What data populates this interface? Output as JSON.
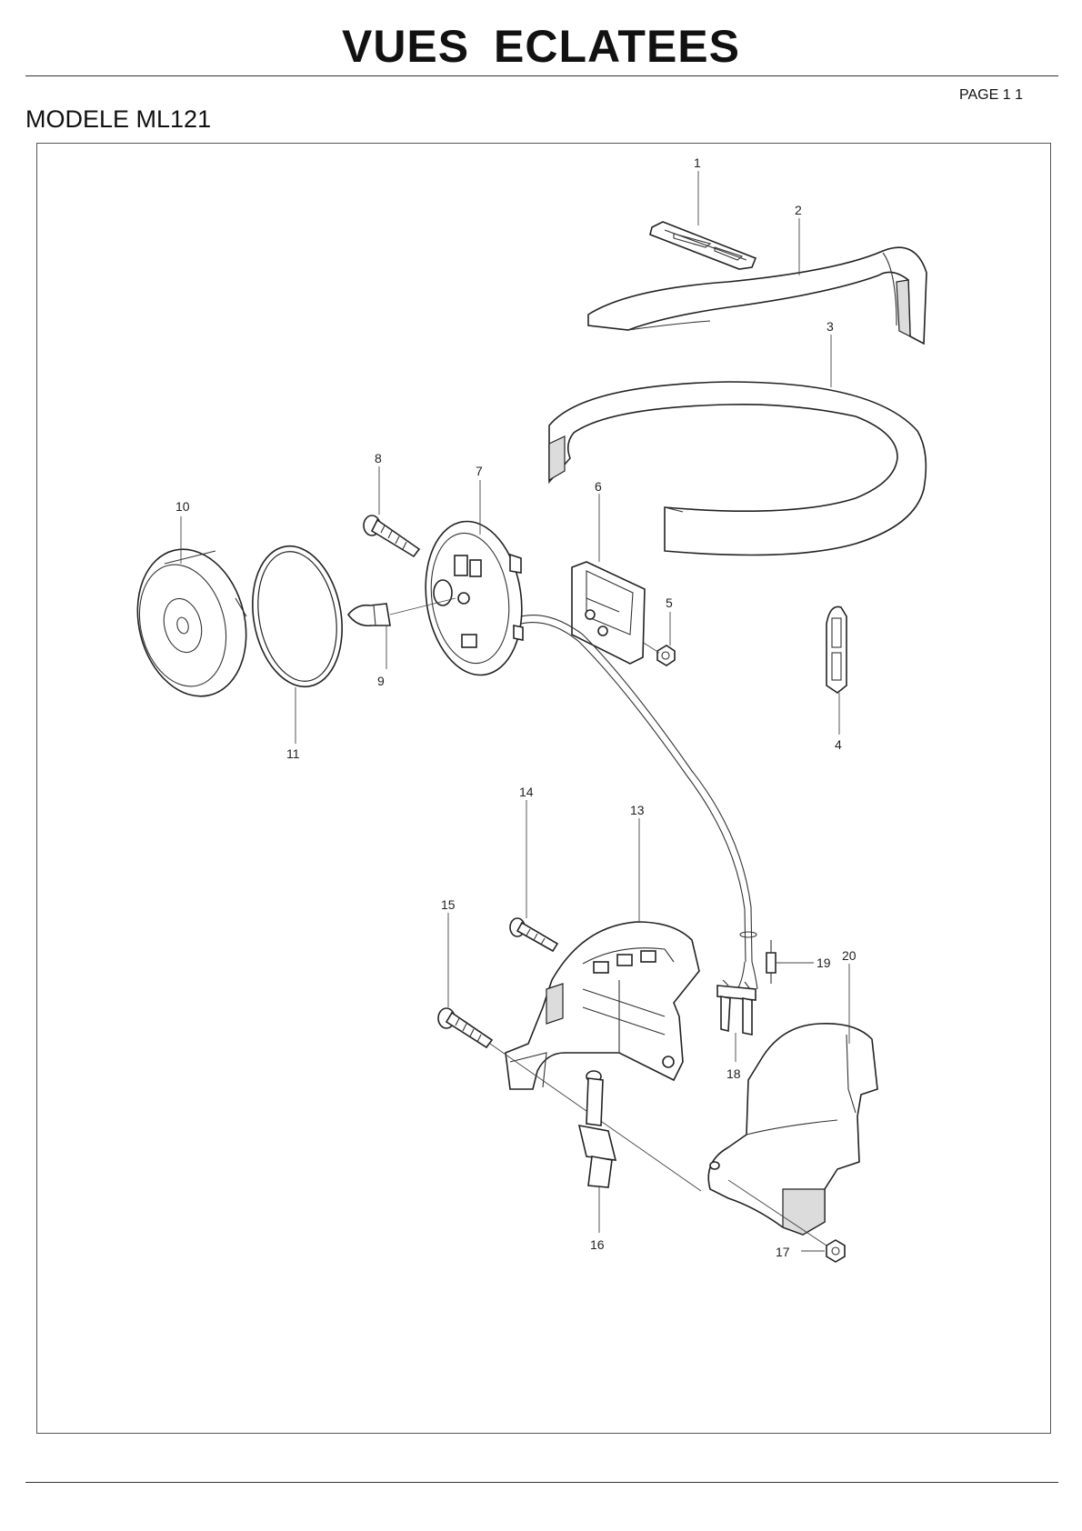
{
  "header": {
    "title": "VUES  ECLATEES",
    "page_label": "PAGE 1 1",
    "model": "MODELE ML121"
  },
  "diagram": {
    "callouts": [
      "1",
      "2",
      "3",
      "4",
      "5",
      "6",
      "7",
      "8",
      "9",
      "10",
      "11",
      "13",
      "14",
      "15",
      "16",
      "17",
      "18",
      "19",
      "20"
    ]
  }
}
